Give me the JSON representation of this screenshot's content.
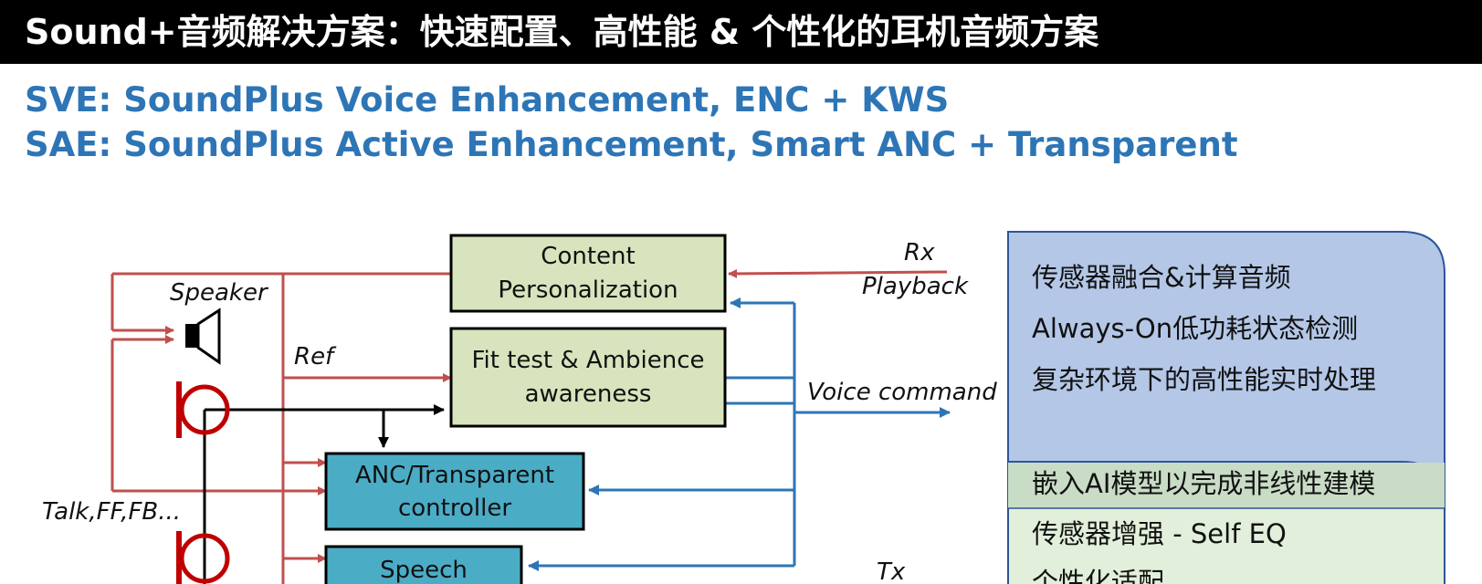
{
  "header": {
    "title": "Sound+音频解决方案：快速配置、高性能 & 个性化的耳机音频方案"
  },
  "subtitles": [
    "SVE: SoundPlus Voice Enhancement, ENC + KWS",
    "SAE: SoundPlus Active Enhancement, Smart ANC + Transparent"
  ],
  "diagram": {
    "boxes": {
      "content": [
        "Content",
        "Personalization"
      ],
      "fit": [
        "Fit test & Ambience",
        "awareness"
      ],
      "anc": [
        "ANC/Transparent",
        "controller"
      ],
      "speech": [
        "Speech"
      ]
    },
    "labels": {
      "speaker": "Speaker",
      "ref": "Ref",
      "rx": "Rx",
      "playback": "Playback",
      "voice_command": "Voice command",
      "mics": "Talk,FF,FB...",
      "tx": "Tx"
    },
    "colors": {
      "red": "#c0504d",
      "blue": "#2e75b6",
      "box_green": "#d7e4bd",
      "box_teal": "#4bacc6",
      "panel_blue": "#b4c7e7",
      "panel_green": "#e2efda"
    }
  },
  "panel": {
    "top_items": [
      "传感器融合&计算音频",
      "Always-On低功耗状态检测",
      "复杂环境下的高性能实时处理"
    ],
    "bottom_items": [
      "嵌入AI模型以完成非线性建模",
      "传感器增强 - Self EQ",
      "个性化适配"
    ]
  }
}
